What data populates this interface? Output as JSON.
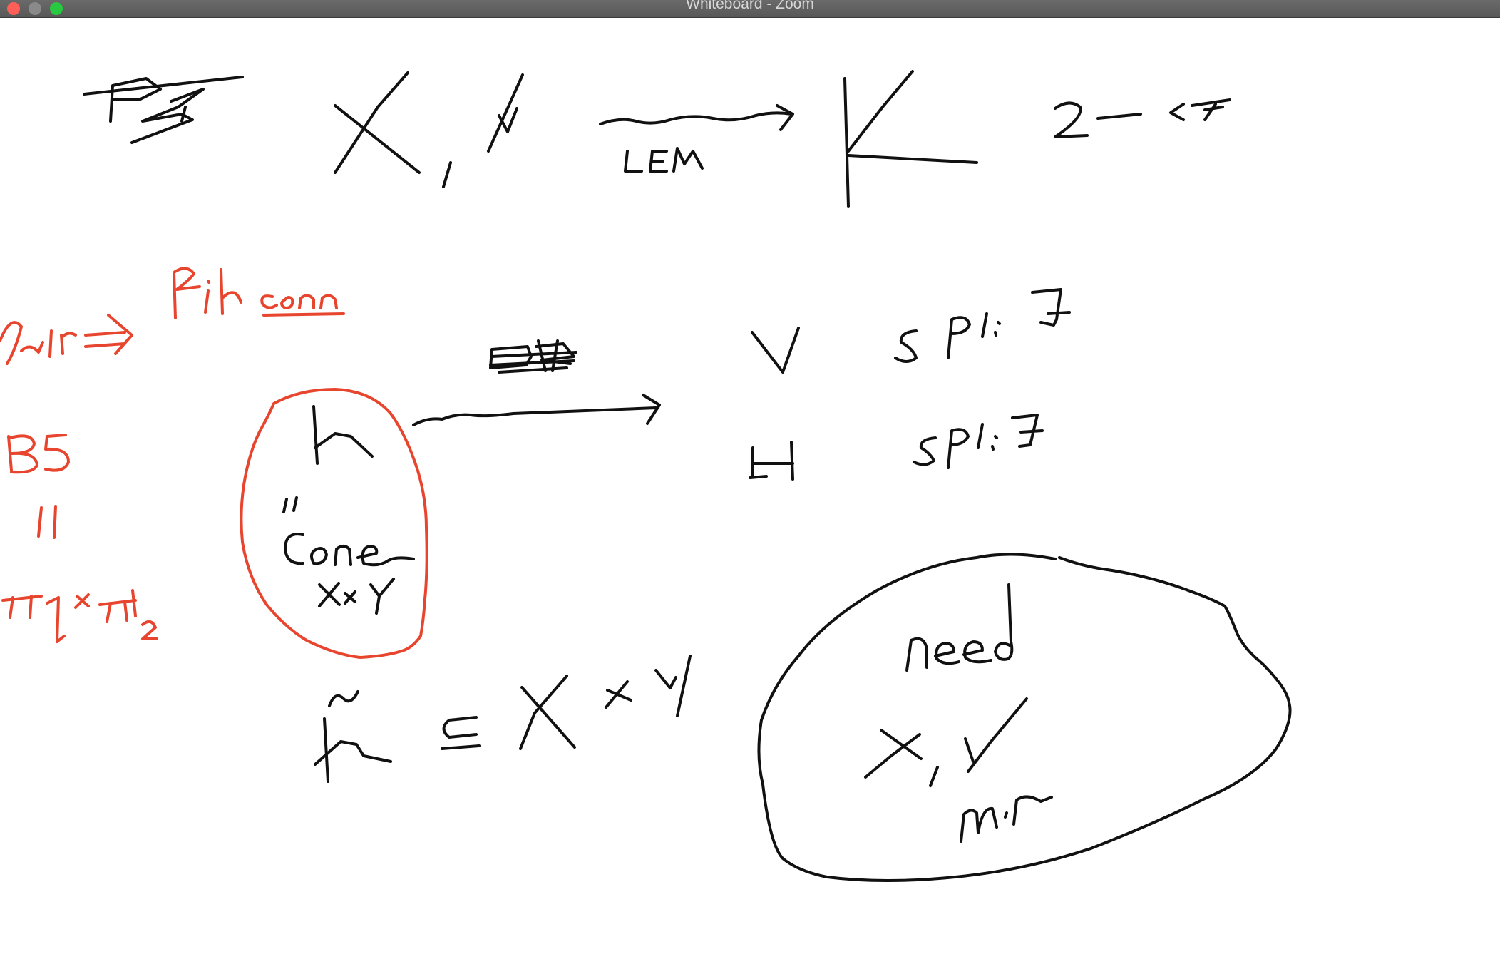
{
  "window": {
    "title": "Whiteboard - Zoom",
    "traffic_lights": [
      "close",
      "minimize",
      "zoom"
    ]
  },
  "whiteboard": {
    "ink_colors": {
      "black": "#111111",
      "red": "#e8452f"
    },
    "handwritten_text": [
      "PIS",
      "X, Y",
      "LEM",
      "K",
      "2-CF",
      "fib conn",
      "BS",
      "=",
      "π1 × π2",
      "K",
      "=",
      "Cone",
      "X×Y",
      "V split",
      "H split",
      "K̃ ⊆ X×Y",
      "need",
      "X, Y",
      "min"
    ]
  }
}
